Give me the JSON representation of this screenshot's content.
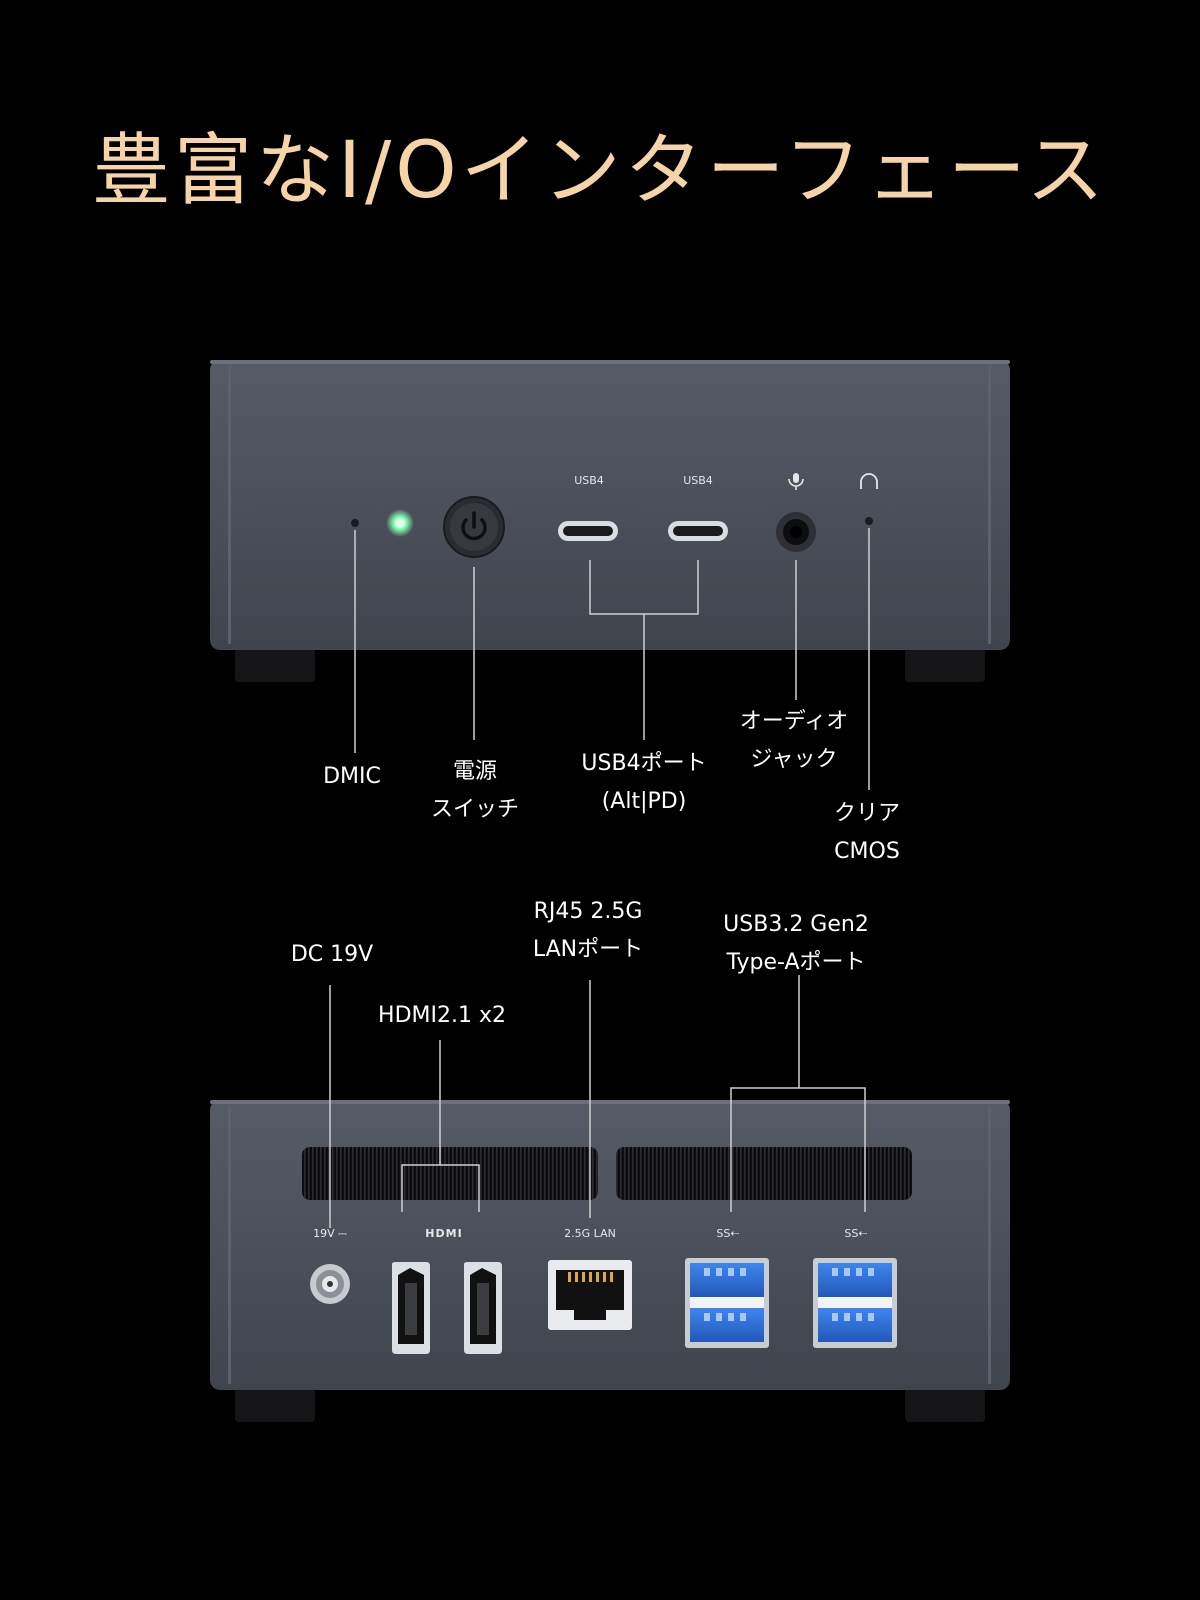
{
  "title": "豊富なI/Oインターフェース",
  "front": {
    "port_labels": {
      "usb4_left": "USB4",
      "usb4_right": "USB4"
    },
    "callouts": {
      "dmic": "DMIC",
      "power_line1": "電源",
      "power_line2": "スイッチ",
      "usb4_line1": "USB4ポート",
      "usb4_line2": "(Alt|PD)",
      "audio_line1": "オーディオ",
      "audio_line2": "ジャック",
      "cmos_line1": "クリア",
      "cmos_line2": "CMOS"
    }
  },
  "rear": {
    "port_labels": {
      "dc": "19V ⎓",
      "hdmi": "HDMI",
      "lan": "2.5G LAN",
      "usb_left": "SS⇠",
      "usb_right": "SS⇠"
    },
    "callouts": {
      "dc": "DC 19V",
      "hdmi": "HDMI2.1 x2",
      "lan_line1": "RJ45 2.5G",
      "lan_line2": "LANポート",
      "usb_line1": "USB3.2 Gen2",
      "usb_line2": "Type-Aポート"
    }
  },
  "colors": {
    "title": "#f7d3a8",
    "chassis": "#4a4f59",
    "led": "#7dffb0",
    "usb_blue": "#2f6fd6"
  }
}
